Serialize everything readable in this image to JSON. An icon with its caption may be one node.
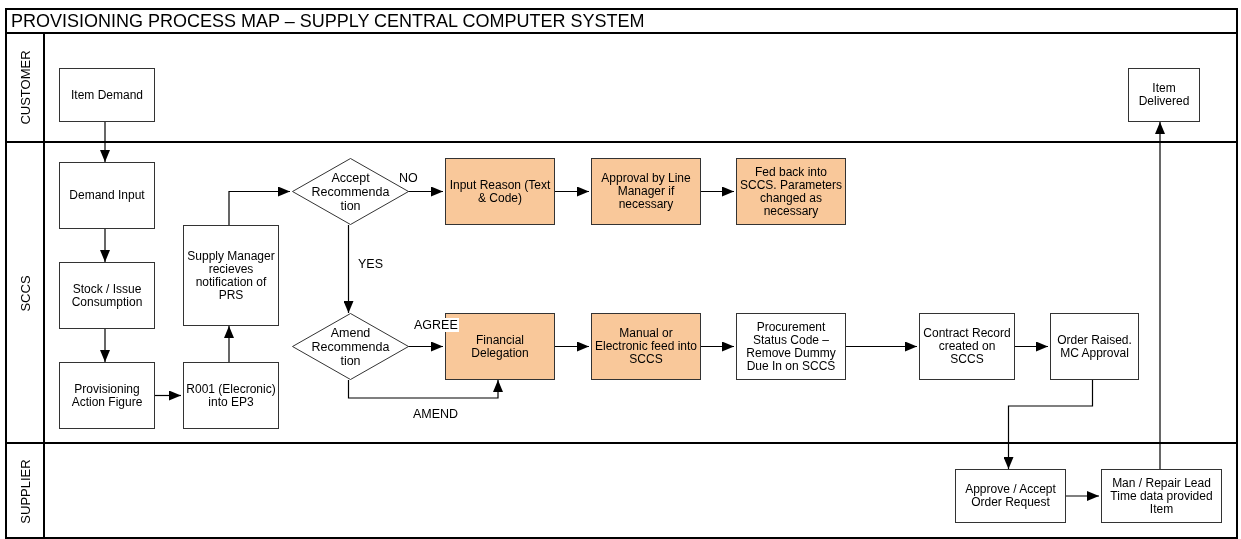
{
  "diagram": {
    "title": "PROVISIONING PROCESS MAP – SUPPLY CENTRAL COMPUTER SYSTEM",
    "nodes": [
      {
        "text": [
          "CUSTOMER"
        ]
      },
      {
        "text": [
          "Item Demand"
        ],
        "in": 0
      },
      {
        "text": [
          "Item Delivered"
        ],
        "in": 0
      },
      {
        "text": [
          "SCCS"
        ]
      },
      {
        "text": [
          "Demand Input"
        ],
        "in": 3
      },
      {
        "text": [
          "Stock / Issue Consumption"
        ],
        "in": 3
      },
      {
        "text": [
          "Provisioning Action Figure"
        ],
        "in": 3
      },
      {
        "text": [
          "R001 (Elecronic) into EP3"
        ],
        "in": 3
      },
      {
        "text": [
          "Supply Manager recieves notification of PRS"
        ],
        "in": 3
      },
      {
        "text": [
          "Accept Recommenda tion"
        ],
        "in": 3
      },
      {
        "text": [
          "Amend Recommenda tion"
        ],
        "in": 3
      },
      {
        "text": [
          "Input Reason (Text & Code)"
        ],
        "in": 3
      },
      {
        "text": [
          "Approval by Line Manager if necessary"
        ],
        "in": 3
      },
      {
        "text": [
          "Fed back into SCCS. Parameters changed as necessary"
        ],
        "in": 3
      },
      {
        "text": [
          "Financial Delegation"
        ],
        "in": 3
      },
      {
        "text": [
          "Manual or Electronic feed into SCCS"
        ],
        "in": 3
      },
      {
        "text": [
          "Procurement Status Code – Remove Dummy Due In on SCCS"
        ],
        "in": 3
      },
      {
        "text": [
          "Contract Record created on SCCS"
        ],
        "in": 3
      },
      {
        "text": [
          "Order Raised. MC Approval"
        ],
        "in": 3
      },
      {
        "text": [
          "SUPPLIER"
        ]
      },
      {
        "text": [
          "Approve / Accept Order Request"
        ],
        "in": 19
      },
      {
        "text": [
          "Man / Repair Lead Time data provided Item"
        ],
        "in": 19
      }
    ],
    "edges": [
      {
        "from": 1,
        "to": 4,
        "arrow": "to"
      },
      {
        "from": 4,
        "to": 5,
        "arrow": "to"
      },
      {
        "from": 5,
        "to": 6,
        "arrow": "to"
      },
      {
        "from": 6,
        "to": 7,
        "arrow": "to"
      },
      {
        "from": 7,
        "to": 8,
        "arrow": "to"
      },
      {
        "from": 8,
        "to": 9,
        "arrow": "to"
      },
      {
        "from": 9,
        "to": 11,
        "arrow": "to",
        "label": "NO"
      },
      {
        "from": 11,
        "to": 12,
        "arrow": "to"
      },
      {
        "from": 12,
        "to": 13,
        "arrow": "to"
      },
      {
        "from": 9,
        "to": 10,
        "arrow": "to",
        "label": "YES"
      },
      {
        "from": 10,
        "to": 14,
        "arrow": "to",
        "label": "AGREE"
      },
      {
        "from": 10,
        "to": 14,
        "arrow": "to",
        "label": "AMEND"
      },
      {
        "from": 14,
        "to": 15,
        "arrow": "to"
      },
      {
        "from": 15,
        "to": 16,
        "arrow": "to"
      },
      {
        "from": 16,
        "to": 17,
        "arrow": "to"
      },
      {
        "from": 17,
        "to": 18,
        "arrow": "to"
      },
      {
        "from": 18,
        "to": 20,
        "arrow": "to"
      },
      {
        "from": 20,
        "to": 21,
        "arrow": "to"
      },
      {
        "from": 21,
        "to": 2,
        "arrow": "to"
      }
    ]
  }
}
